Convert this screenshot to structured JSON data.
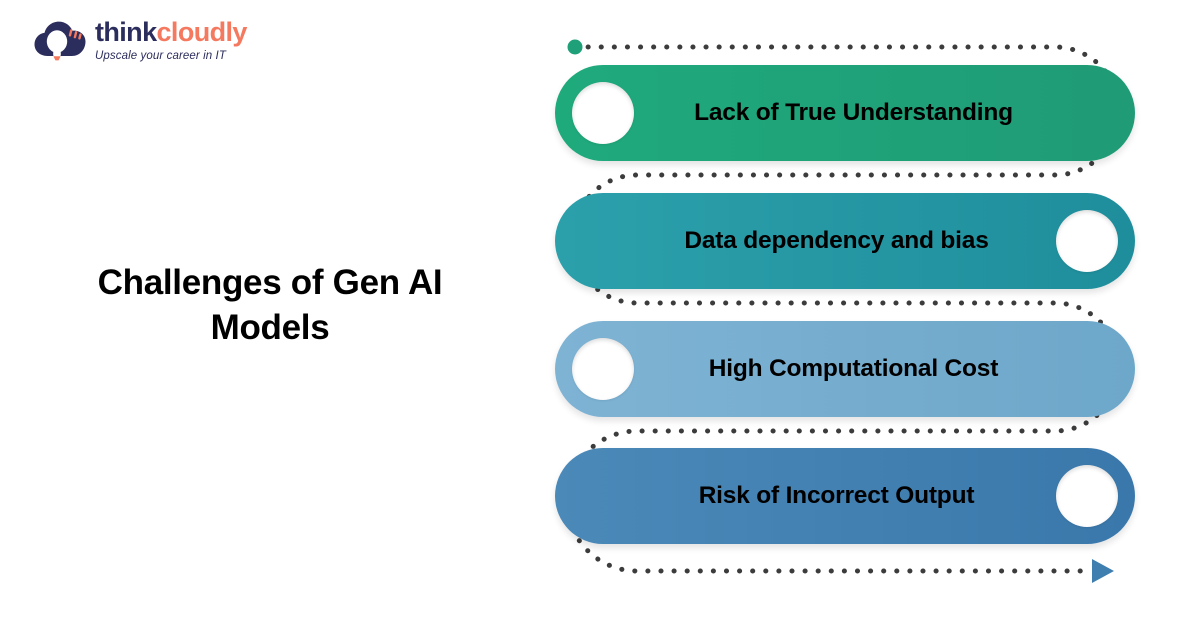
{
  "brand": {
    "word_primary": "think",
    "word_accent": "cloudly",
    "tagline": "Upscale your career in IT",
    "mark_icon": "cloud-lightbulb-icon",
    "primary_color": "#2b2d5c",
    "accent_color": "#f4795f"
  },
  "heading": {
    "text": "Challenges of Gen AI Models"
  },
  "flow": {
    "start_dot_color": "#1fa078",
    "path_dot_color": "#3c3c3c",
    "arrow_icon": "arrow-right-icon",
    "arrow_color": "#3f7fb0",
    "steps": [
      {
        "label": "Lack of True Understanding",
        "color_from": "#1faa7c",
        "color_to": "#1f9b76",
        "knob_side": "left"
      },
      {
        "label": "Data dependency and bias",
        "color_from": "#2ba0ab",
        "color_to": "#1f8e9c",
        "knob_side": "right"
      },
      {
        "label": "High Computational Cost",
        "color_from": "#7fb3d4",
        "color_to": "#6da7c9",
        "knob_side": "left"
      },
      {
        "label": "Risk of Incorrect Output",
        "color_from": "#4a89b8",
        "color_to": "#3a78ab",
        "knob_side": "right"
      }
    ]
  }
}
